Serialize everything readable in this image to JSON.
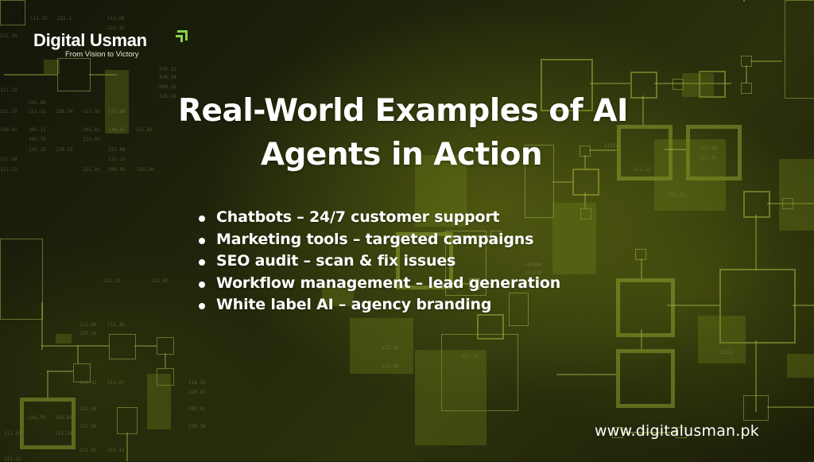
{
  "brand": {
    "name": "Digital Usman",
    "tagline": "From Vision to Victory",
    "accent_color": "#8bd34a",
    "icon": "double-arrow-up-right-icon"
  },
  "headline": {
    "line1": "Real-World Examples of AI",
    "line2": "Agents in Action"
  },
  "examples": [
    {
      "label": "Chatbots – 24/7 customer support"
    },
    {
      "label": "Marketing tools – targeted campaigns"
    },
    {
      "label": "SEO audit – scan & fix issues"
    },
    {
      "label": "Workflow management – lead generation"
    },
    {
      "label": "White label AI – agency branding"
    }
  ],
  "footer": {
    "website": "www.digitalusman.pk"
  },
  "colors": {
    "background": "#1f2309",
    "circuit": "#a0af3c",
    "text": "#ffffff"
  }
}
